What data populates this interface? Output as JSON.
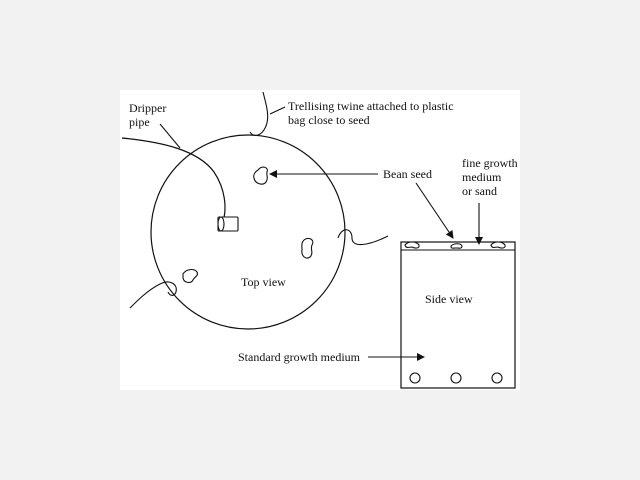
{
  "colors": {
    "page_background": "#f2f2f2",
    "panel_background": "#ffffff",
    "ink": "#111111"
  },
  "labels": {
    "dripper_pipe": [
      "Dripper",
      "pipe"
    ],
    "trellising_twine": [
      "Trellising twine attached to plastic",
      "bag close to seed"
    ],
    "bean_seed": "Bean seed",
    "fine_growth_medium": [
      "fine growth",
      "medium",
      "or sand"
    ],
    "top_view": "Top view",
    "side_view": "Side view",
    "standard_growth_medium": "Standard growth medium"
  }
}
